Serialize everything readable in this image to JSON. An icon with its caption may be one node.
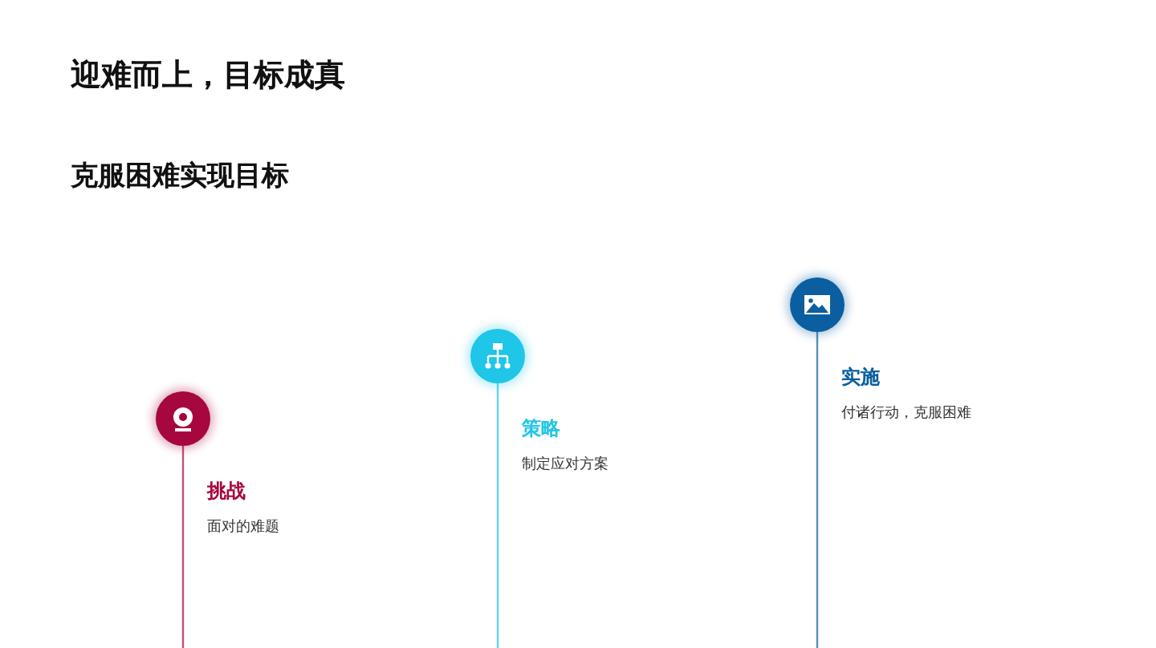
{
  "diagram": {
    "title": "迎难而上，目标成真",
    "nodes": [
      {
        "text": [
          "挑战",
          "面对的难题"
        ]
      },
      {
        "text": [
          "策略",
          "制定应对方案"
        ]
      },
      {
        "text": [
          "实施",
          "付诸行动，克服困难"
        ]
      }
    ],
    "labels": [
      "克服困难实现目标"
    ]
  }
}
